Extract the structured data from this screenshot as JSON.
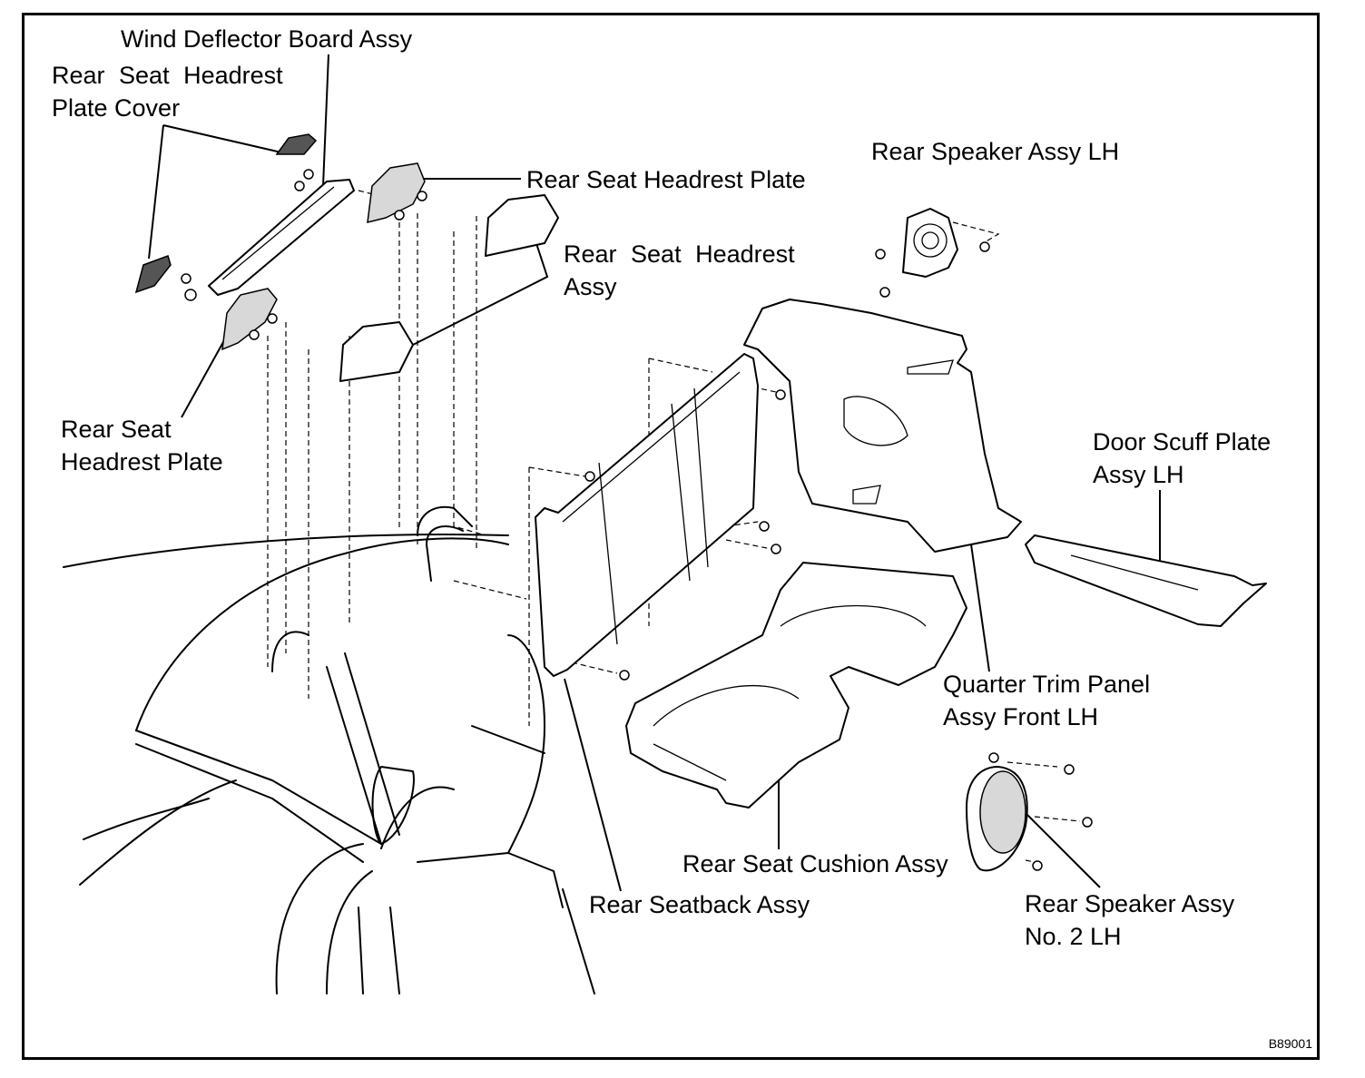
{
  "labels": {
    "wind_deflector": "Wind Deflector Board Assy",
    "headrest_plate_cover_1": "Rear  Seat  Headrest",
    "headrest_plate_cover_2": "Plate Cover",
    "headrest_plate_top": "Rear Seat Headrest Plate",
    "headrest_assy_1": "Rear  Seat  Headrest",
    "headrest_assy_2": "Assy",
    "headrest_plate_left_1": "Rear Seat",
    "headrest_plate_left_2": "Headrest Plate",
    "speaker_lh": "Rear Speaker Assy LH",
    "door_scuff_1": "Door Scuff Plate",
    "door_scuff_2": "Assy LH",
    "quarter_trim_1": "Quarter Trim Panel",
    "quarter_trim_2": "Assy Front LH",
    "seat_cushion": "Rear Seat Cushion Assy",
    "seatback": "Rear Seatback Assy",
    "speaker_no2_1": "Rear Speaker Assy",
    "speaker_no2_2": "No. 2 LH"
  },
  "figure_code": "B89001"
}
